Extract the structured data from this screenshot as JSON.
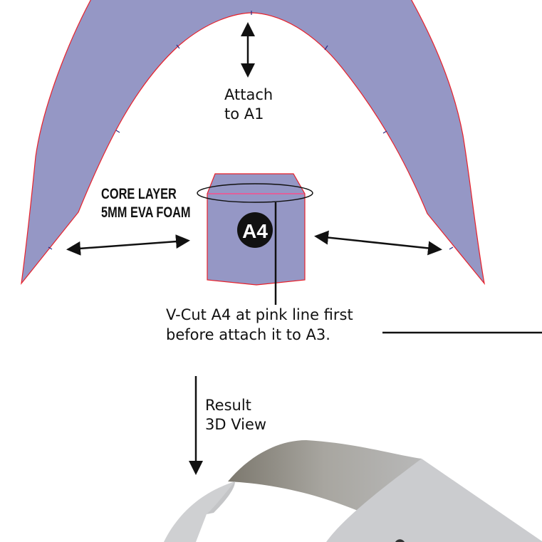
{
  "labels": {
    "attach_line1": "Attach",
    "attach_line2": "to A1",
    "core_line1": "CORE LAYER",
    "core_line2": "5MM EVA FOAM",
    "piece_id": "A4",
    "vcut_line1": "V-Cut A4 at pink line first",
    "vcut_line2": "before attach it to A3.",
    "result_line1": "Result",
    "result_line2": "3D View"
  },
  "colors": {
    "foam_fill": "#9597c5",
    "outline": "#e8202a",
    "cut_line": "#e0609a",
    "model_gray": "#c9cacc"
  }
}
